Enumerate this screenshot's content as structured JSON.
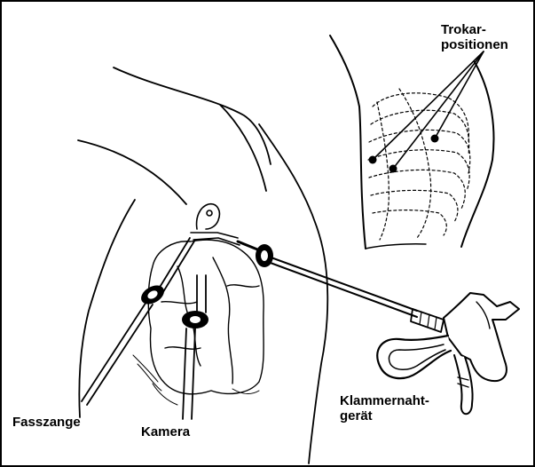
{
  "labels": {
    "trokar_line1": "Trokar-",
    "trokar_line2": "positionen",
    "fasszange": "Fasszange",
    "kamera": "Kamera",
    "klammer_line1": "Klammernaht-",
    "klammer_line2": "gerät"
  }
}
